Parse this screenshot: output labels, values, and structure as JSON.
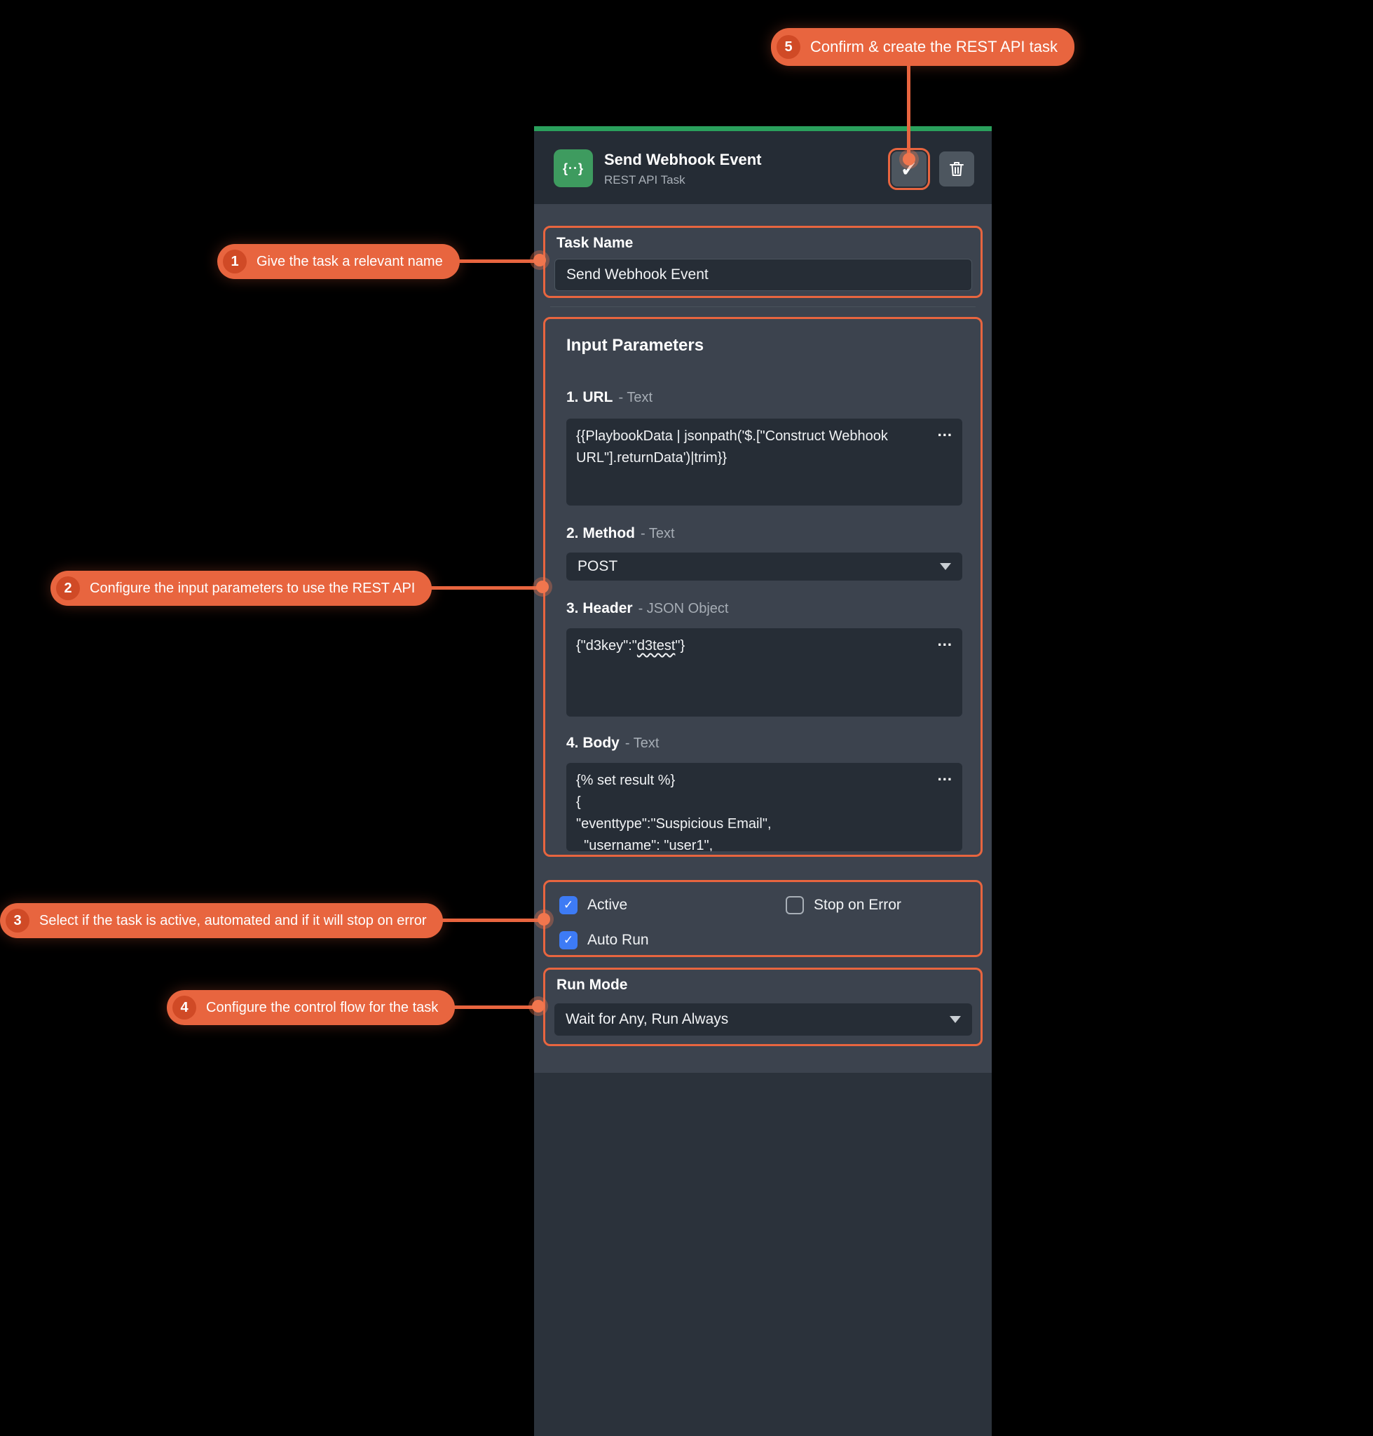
{
  "colors": {
    "accent_orange": "#E8653F",
    "green_strip": "#2AA05C",
    "icon_green": "#3E9B5F",
    "checkbox_blue": "#3D7BF5",
    "panel_bg": "#3C434E",
    "field_bg": "#262D36"
  },
  "icons": {
    "checkmark": "✓"
  },
  "header": {
    "icon_glyph": "{··}",
    "title": "Send Webhook Event",
    "subtitle": "REST API Task"
  },
  "task_name": {
    "label": "Task Name",
    "value": "Send Webhook Event"
  },
  "input_parameters": {
    "title": "Input Parameters",
    "url": {
      "label": "1. URL",
      "type": "- Text",
      "value": "{{PlaybookData | jsonpath('$.[\"Construct Webhook URL\"].returnData')|trim}}",
      "more": "..."
    },
    "method": {
      "label": "2. Method",
      "type": "- Text",
      "value": "POST"
    },
    "header_field": {
      "label": "3. Header",
      "type": "- JSON Object",
      "value_prefix": "{\"d3key\":\"",
      "value_underlined": "d3test",
      "value_suffix": "\"}",
      "more": "..."
    },
    "body": {
      "label": "4. Body",
      "type": "- Text",
      "value": "{% set result %}\n{\n\"eventtype\":\"Suspicious Email\",\n  \"username\": \"user1\",",
      "more": "..."
    }
  },
  "options": {
    "active_label": "Active",
    "stop_on_error_label": "Stop on Error",
    "auto_run_label": "Auto Run"
  },
  "run_mode": {
    "label": "Run Mode",
    "value": "Wait for Any, Run Always"
  },
  "callouts": {
    "c1": {
      "number": "1",
      "text": "Give the task a relevant name"
    },
    "c2": {
      "number": "2",
      "text": "Configure the input parameters to use the REST API"
    },
    "c3": {
      "number": "3",
      "text": "Select if the task is active, automated and if it will stop on error"
    },
    "c4": {
      "number": "4",
      "text": "Configure the control flow for the task"
    },
    "c5": {
      "number": "5",
      "text": "Confirm & create the REST API task"
    }
  }
}
